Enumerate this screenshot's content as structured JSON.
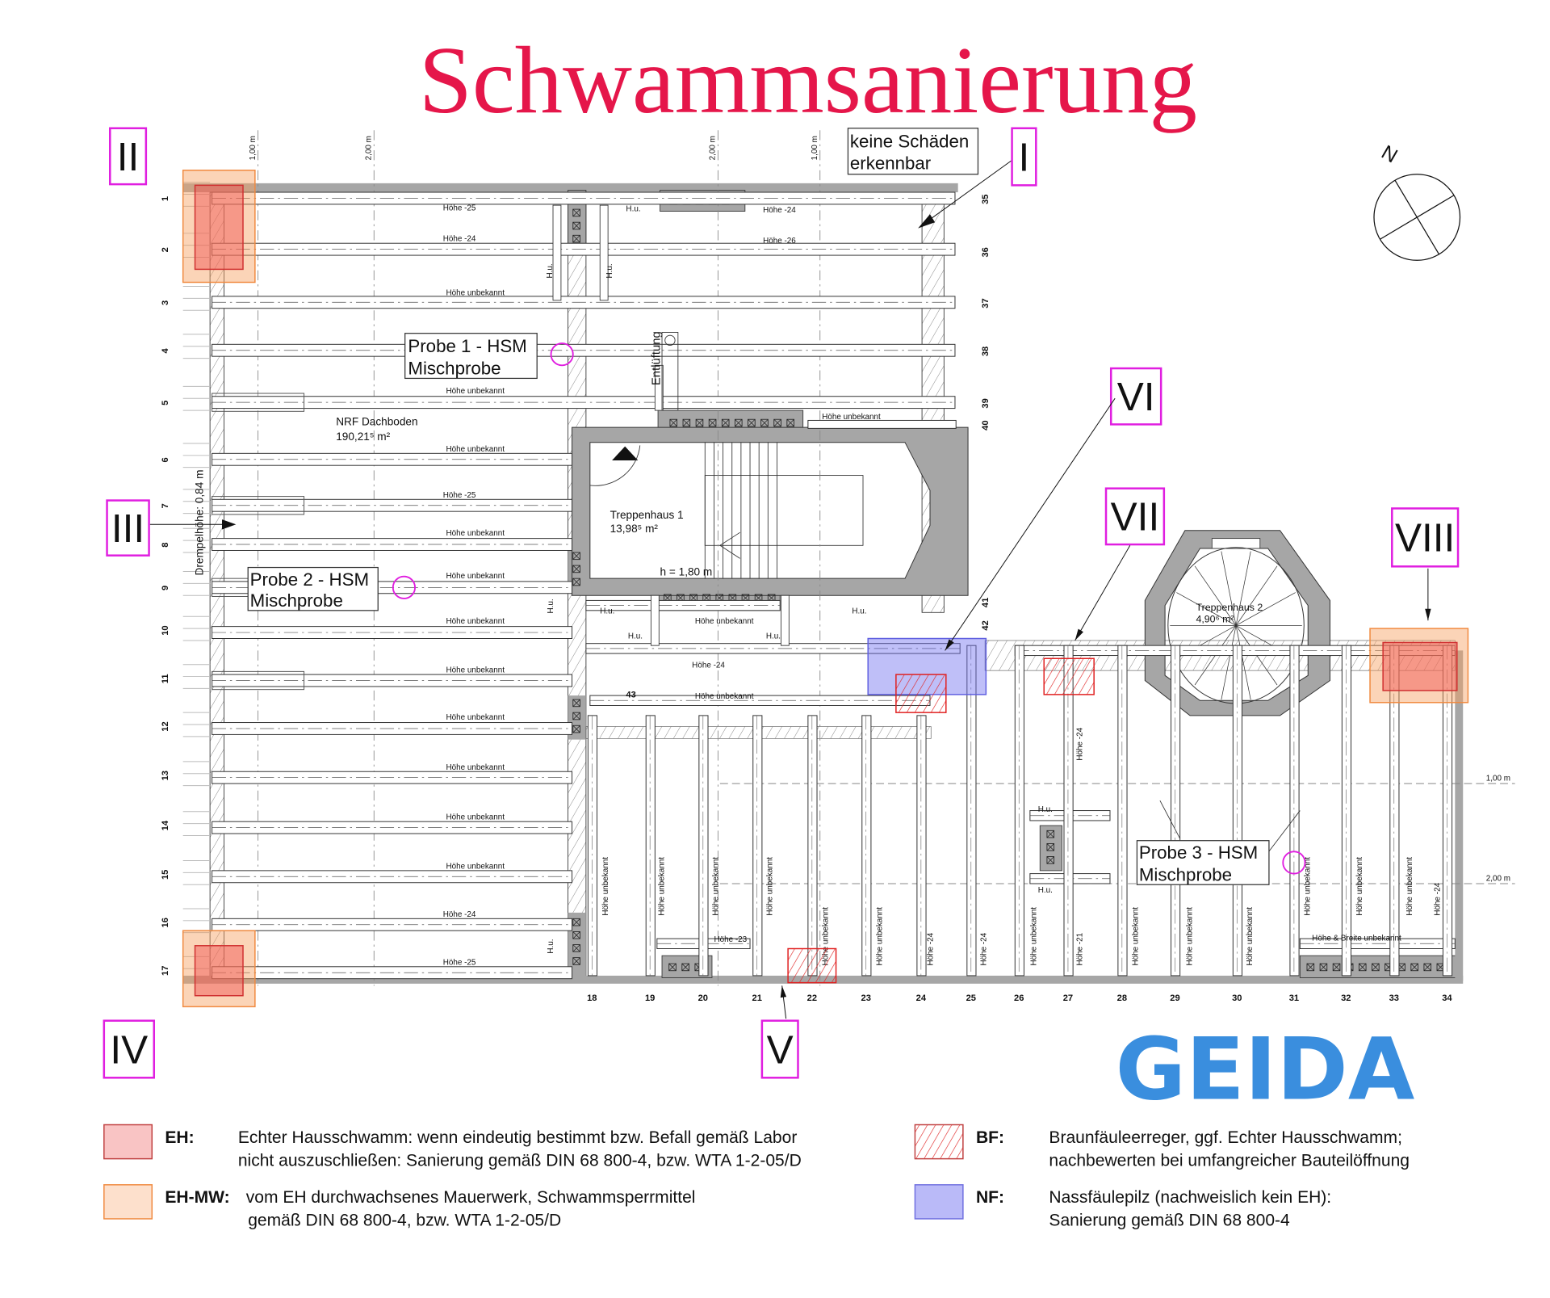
{
  "title": "Schwammsanierung",
  "colors": {
    "title": "#e5164a",
    "marker_box": "#e01ee0",
    "eh_fill": "#f7a0a0",
    "eh_stroke": "#d04040",
    "ehmw_fill": "#fbd2b4",
    "ehmw_stroke": "#f08a40",
    "bf_stroke": "#e02020",
    "nf_fill": "#a8a8f4",
    "nf_stroke": "#7070e0",
    "logo": "#3a8ede",
    "wall": "#a6a6a6"
  },
  "markers": {
    "I": "I",
    "II": "II",
    "III": "III",
    "IV": "IV",
    "V": "V",
    "VI": "VI",
    "VII": "VII",
    "VIII": "VIII"
  },
  "note_no_damage": [
    "keine Schäden",
    "erkennbar"
  ],
  "north_label": "N",
  "dimension_labels": {
    "top": [
      "1,00 m",
      "2,00 m",
      "2,00 m",
      "1,00 m"
    ],
    "right": [
      "1,00 m",
      "2,00 m"
    ]
  },
  "row_numbers_left": [
    "1",
    "2",
    "3",
    "4",
    "5",
    "6",
    "7",
    "8",
    "9",
    "10",
    "11",
    "12",
    "13",
    "14",
    "15",
    "16",
    "17"
  ],
  "row_numbers_right": [
    "35",
    "36",
    "37",
    "38",
    "39",
    "40",
    "41",
    "42"
  ],
  "column_numbers": [
    "18",
    "19",
    "20",
    "21",
    "22",
    "23",
    "24",
    "25",
    "26",
    "27",
    "28",
    "29",
    "30",
    "31",
    "32",
    "33",
    "34"
  ],
  "beam_labels": [
    "Höhe -25",
    "Höhe -24",
    "Höhe -24",
    "Höhe -26",
    "Höhe unbekannt",
    "Höhe unbekannt",
    "Höhe unbekannt",
    "Höhe unbekannt",
    "Höhe -25",
    "Höhe unbekannt",
    "Höhe unbekannt",
    "Höhe unbekannt",
    "Höhe unbekannt",
    "Höhe unbekannt",
    "Höhe unbekannt",
    "Höhe unbekannt",
    "Höhe unbekannt",
    "Höhe -24",
    "Höhe -25",
    "Höhe unbekannt",
    "Höhe -24",
    "Höhe unbekannt",
    "43",
    "Höhe -23"
  ],
  "hu_labels": [
    "H.u.",
    "H.u.",
    "H.u.",
    "H.u.",
    "H.u.",
    "H.u.",
    "H.u."
  ],
  "hu_vertical_labels": [
    "H.u.",
    "H.u.",
    "H.u.",
    "H.u."
  ],
  "column_labels": [
    "Höhe unbekannt",
    "Höhe unbekannt",
    "Höhe unbekannt",
    "Höhe unbekannt",
    "Höhe unbekannt",
    "Höhe unbekannt",
    "Höhe -24",
    "Höhe -24",
    "Höhe unbekannt",
    "Höhe -21",
    "Höhe unbekannt",
    "Höhe unbekannt",
    "Höhe unbekannt",
    "Höhe unbekannt",
    "Höhe unbekannt",
    "Höhe unbekannt",
    "Höhe -24",
    "Höhe -24",
    "Höhe unbekannt"
  ],
  "special_label": "Höhe & Breite unbekannt",
  "rooms": {
    "attic": [
      "NRF Dachboden",
      "190,21⁵ m²"
    ],
    "stair1": [
      "Treppenhaus 1",
      "13,98⁵ m²"
    ],
    "stair1_height": "h = 1,80 m",
    "stair2": [
      "Treppenhaus 2",
      "4,90⁶ m²"
    ],
    "vent": "Entlüftung",
    "knee_wall": "Drempelhöhe: 0,84 m"
  },
  "probes": [
    {
      "line1": "Probe 1 - HSM",
      "line2": "Mischprobe"
    },
    {
      "line1": "Probe 2 - HSM",
      "line2": "Mischprobe"
    },
    {
      "line1": "Probe 3 - HSM",
      "line2": "Mischprobe"
    }
  ],
  "logo": "GEIDA",
  "legend": [
    {
      "key": "EH:",
      "line1": "Echter Hausschwamm: wenn eindeutig bestimmt bzw. Befall gemäß Labor",
      "line2": "nicht auszuschließen: Sanierung gemäß DIN 68 800-4, bzw. WTA 1-2-05/D"
    },
    {
      "key": "EH-MW:",
      "line1": "vom EH durchwachsenes Mauerwerk, Schwammsperrmittel",
      "line2": "gemäß DIN 68 800-4, bzw. WTA 1-2-05/D"
    },
    {
      "key": "BF:",
      "line1": "Braunfäuleerreger, ggf. Echter Hausschwamm;",
      "line2": "nachbewerten bei umfangreicher Bauteilöffnung"
    },
    {
      "key": "NF:",
      "line1": "Nassfäulepilz (nachweislich kein EH):",
      "line2": "Sanierung gemäß DIN 68 800-4"
    }
  ]
}
